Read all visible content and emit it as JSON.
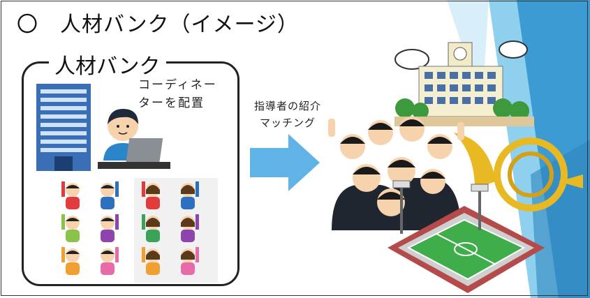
{
  "title": "〇　人材バンク（イメージ）",
  "bank_label": "人材バンク",
  "coordinator_text": [
    "コーディネー",
    "ターを配置"
  ],
  "matching_text": [
    "指導者の紹介",
    "マッチング"
  ],
  "colors": {
    "arrow": "#5fb3e6",
    "background_blue": "#3d9bd3",
    "frame": "#222222"
  }
}
